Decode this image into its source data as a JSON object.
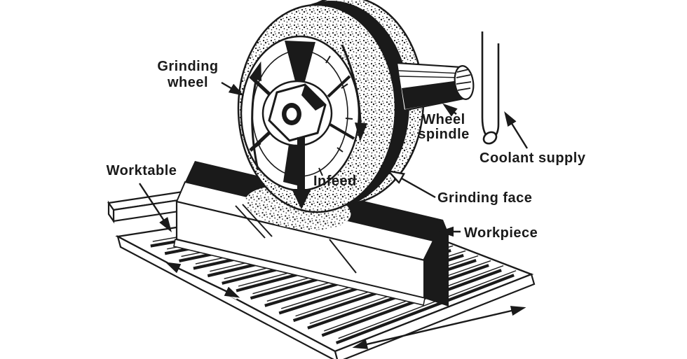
{
  "diagram": {
    "labels": {
      "grinding_wheel_line1": "Grinding",
      "grinding_wheel_line2": "wheel",
      "wheel_spindle_line1": "Wheel",
      "wheel_spindle_line2": "spindle",
      "coolant_supply": "Coolant supply",
      "infeed": "Infeed",
      "grinding_face": "Grinding face",
      "workpiece": "Workpiece",
      "worktable": "Worktable"
    },
    "colors": {
      "ink": "#1a1a1a",
      "paper": "#ffffff"
    }
  }
}
